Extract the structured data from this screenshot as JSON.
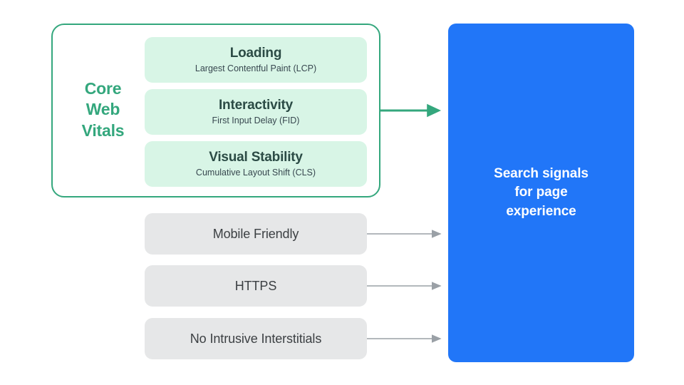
{
  "colors": {
    "green_accent": "#34a77d",
    "green_card_fill": "#d8f5e6",
    "grey_card_fill": "#e6e7e8",
    "blue_panel": "#2176f8",
    "arrow_grey": "#9aa0a6",
    "text_dark": "#3c4043",
    "background": "#ffffff"
  },
  "core_web_vitals": {
    "group_label": "Core\nWeb\nVitals",
    "group_label_lines": [
      "Core",
      "Web",
      "Vitals"
    ],
    "metrics": [
      {
        "title": "Loading",
        "subtitle": "Largest Contentful Paint (LCP)"
      },
      {
        "title": "Interactivity",
        "subtitle": "First Input Delay (FID)"
      },
      {
        "title": "Visual Stability",
        "subtitle": "Cumulative Layout Shift (CLS)"
      }
    ]
  },
  "other_signals": [
    {
      "label": "Mobile Friendly"
    },
    {
      "label": "HTTPS"
    },
    {
      "label": "No Intrusive Interstitials"
    }
  ],
  "destination": {
    "text": "Search signals\nfor page\nexperience",
    "text_lines": [
      "Search signals",
      "for page",
      "experience"
    ]
  },
  "arrows": [
    {
      "name": "core-web-vitals-arrow",
      "color": "#34a77d"
    },
    {
      "name": "mobile-friendly-arrow",
      "color": "#9aa0a6"
    },
    {
      "name": "https-arrow",
      "color": "#9aa0a6"
    },
    {
      "name": "no-intrusive-interstitials-arrow",
      "color": "#9aa0a6"
    }
  ]
}
